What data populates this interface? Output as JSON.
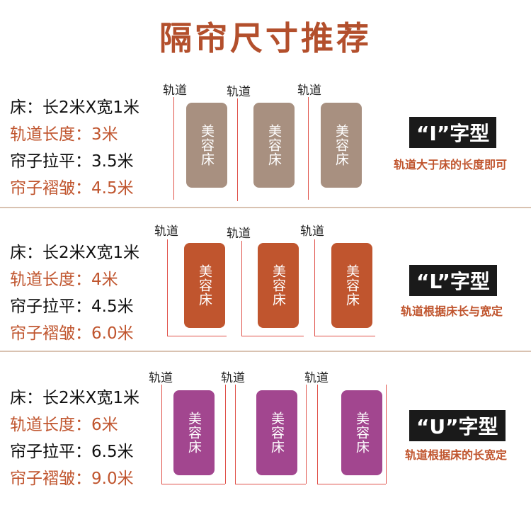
{
  "title": "隔帘尺寸推荐",
  "track_label": "轨道",
  "bed_label": "美容床",
  "sections": [
    {
      "bed_size": "床：长2米X宽1米",
      "track_length": "轨道长度：3米",
      "flat": "帘子拉平：3.5米",
      "pleated": "帘子褶皱：4.5米",
      "shape": "“I”字型",
      "desc": "轨道大于床的长度即可",
      "bed_color": "#a89080"
    },
    {
      "bed_size": "床：长2米X宽1米",
      "track_length": "轨道长度：4米",
      "flat": "帘子拉平：4.5米",
      "pleated": "帘子褶皱：6.0米",
      "shape": "“L”字型",
      "desc": "轨道根据床长与宽定",
      "bed_color": "#c0552e"
    },
    {
      "bed_size": "床：长2米X宽1米",
      "track_length": "轨道长度：6米",
      "flat": "帘子拉平：6.5米",
      "pleated": "帘子褶皱：9.0米",
      "shape": "“U”字型",
      "desc": "轨道根据床的长宽定",
      "bed_color": "#a2468f"
    }
  ]
}
